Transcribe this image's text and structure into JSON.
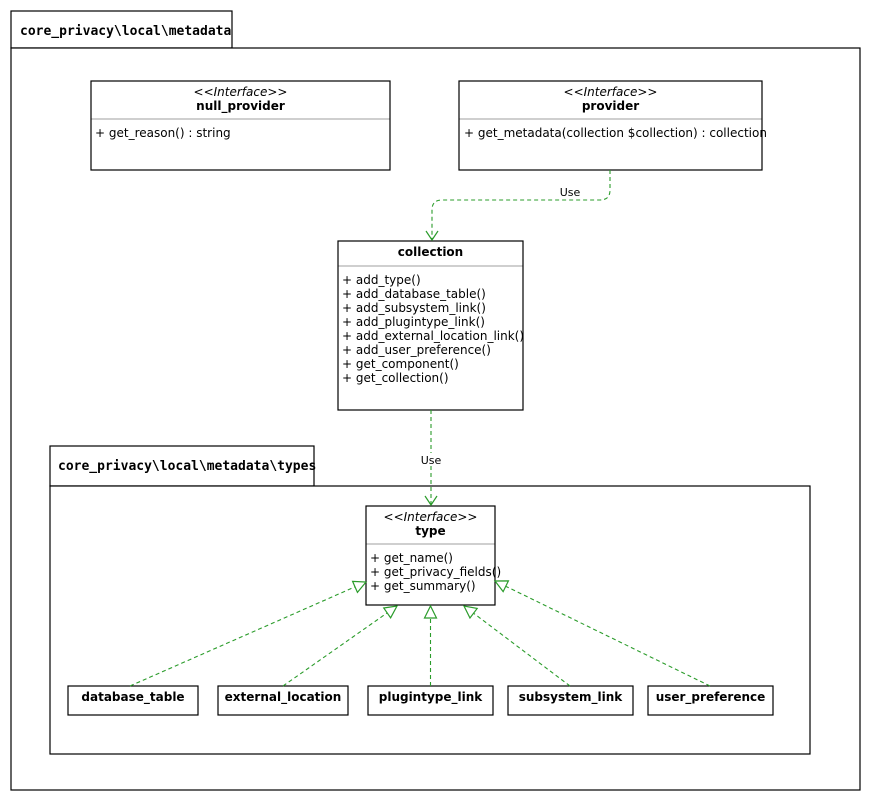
{
  "packages": {
    "outer": {
      "title": "core_privacy\\local\\metadata"
    },
    "inner": {
      "title": "core_privacy\\local\\metadata\\types"
    }
  },
  "classes": {
    "null_provider": {
      "stereotype": "<<Interface>>",
      "name": "null_provider",
      "members": [
        "+ get_reason() : string"
      ]
    },
    "provider": {
      "stereotype": "<<Interface>>",
      "name": "provider",
      "members": [
        "+ get_metadata(collection $collection) : collection"
      ]
    },
    "collection": {
      "name": "collection",
      "members": [
        "+ add_type()",
        "+ add_database_table()",
        "+ add_subsystem_link()",
        "+ add_plugintype_link()",
        "+ add_external_location_link()",
        "+ add_user_preference()",
        "+ get_component()",
        "+ get_collection()"
      ]
    },
    "type": {
      "stereotype": "<<Interface>>",
      "name": "type",
      "members": [
        "+ get_name()",
        "+ get_privacy_fields()",
        "+ get_summary()"
      ]
    },
    "database_table": {
      "name": "database_table"
    },
    "external_location": {
      "name": "external_location"
    },
    "plugintype_link": {
      "name": "plugintype_link"
    },
    "subsystem_link": {
      "name": "subsystem_link"
    },
    "user_preference": {
      "name": "user_preference"
    }
  },
  "edges": {
    "provider_collection": {
      "label": "Use"
    },
    "collection_type": {
      "label": "Use"
    }
  },
  "colors": {
    "edge": "#2b9c2b",
    "stroke": "#000000"
  }
}
